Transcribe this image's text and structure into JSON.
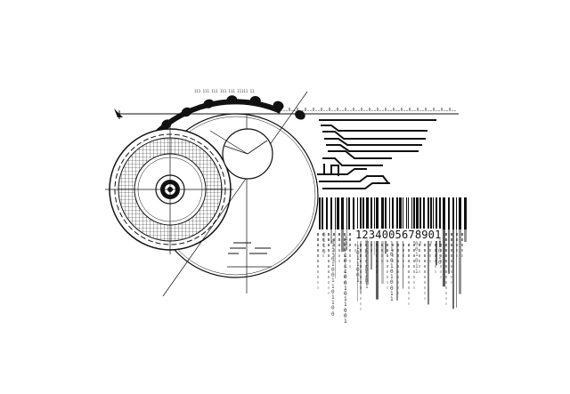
{
  "artwork": {
    "barcode": {
      "number": "1234005678901"
    },
    "ruler_label": "111 111 111 111 111 11111 11",
    "binary_columns": [
      "1\n0\n0\n1\n0\n1\n1\n0\n0\n1\n0\n1\n1\n0\n0\n1",
      "0\n1\n1\n0\n1\n0\n0\n1\n1\n0\n1\n1\n0\n0",
      "1\n1\n0\n0\n1\n0\n1\n0\n0\n1\n1",
      "0\n1\n0\n1\n1\n0\n1\n0\n1",
      "1\n0\n1\n1\n0\n0\n1",
      "0\n0\n1\n0\n1\n1",
      "1\n1\n0\n1\n0",
      "0\n1\n1\n0"
    ]
  },
  "colors": {
    "ink": "#111111",
    "background": "#ffffff"
  }
}
